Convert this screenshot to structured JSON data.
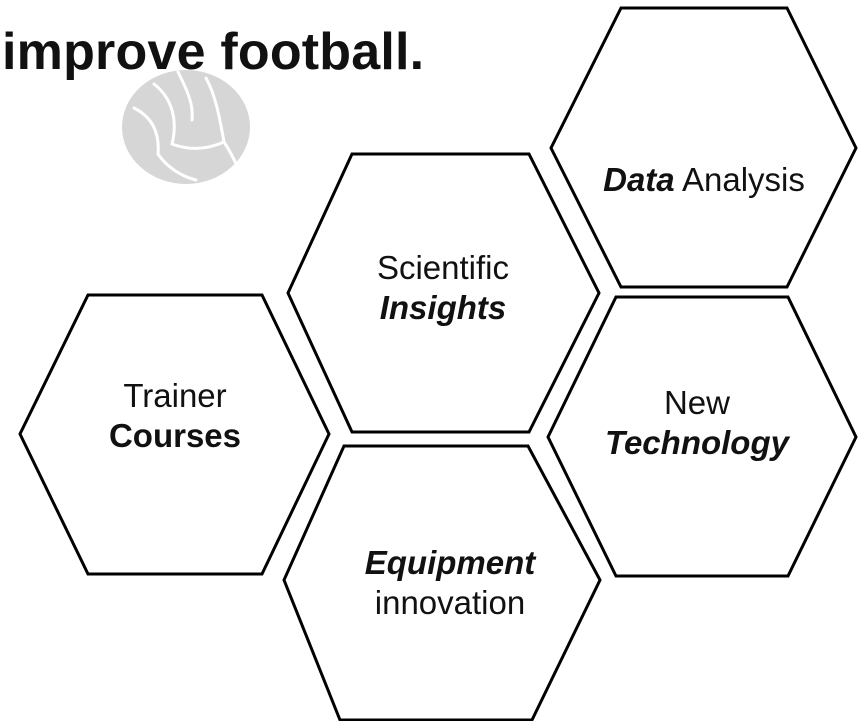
{
  "headline": "improve football.",
  "hexagons": [
    {
      "id": "data-analysis",
      "parts": [
        {
          "text": "Data",
          "style": "bi"
        },
        {
          "text": " Analysis",
          "style": "plain"
        }
      ]
    },
    {
      "id": "scientific-insights",
      "lines": [
        {
          "text": "Scientific",
          "style": "plain"
        },
        {
          "text": "Insights",
          "style": "bi"
        }
      ]
    },
    {
      "id": "trainer-courses",
      "lines": [
        {
          "text": "Trainer",
          "style": "plain"
        },
        {
          "text": "Courses",
          "style": "b"
        }
      ]
    },
    {
      "id": "new-technology",
      "lines": [
        {
          "text": "New",
          "style": "plain"
        },
        {
          "text": "Technology",
          "style": "bi"
        }
      ]
    },
    {
      "id": "equipment-innovation",
      "lines": [
        {
          "text": "Equipment",
          "style": "bi"
        },
        {
          "text": "innovation",
          "style": "plain"
        }
      ]
    }
  ],
  "icons": {
    "ball": "soccer-ball-icon"
  },
  "colors": {
    "stroke": "#000000",
    "text": "#111111",
    "ball": "#d9d9d9"
  }
}
